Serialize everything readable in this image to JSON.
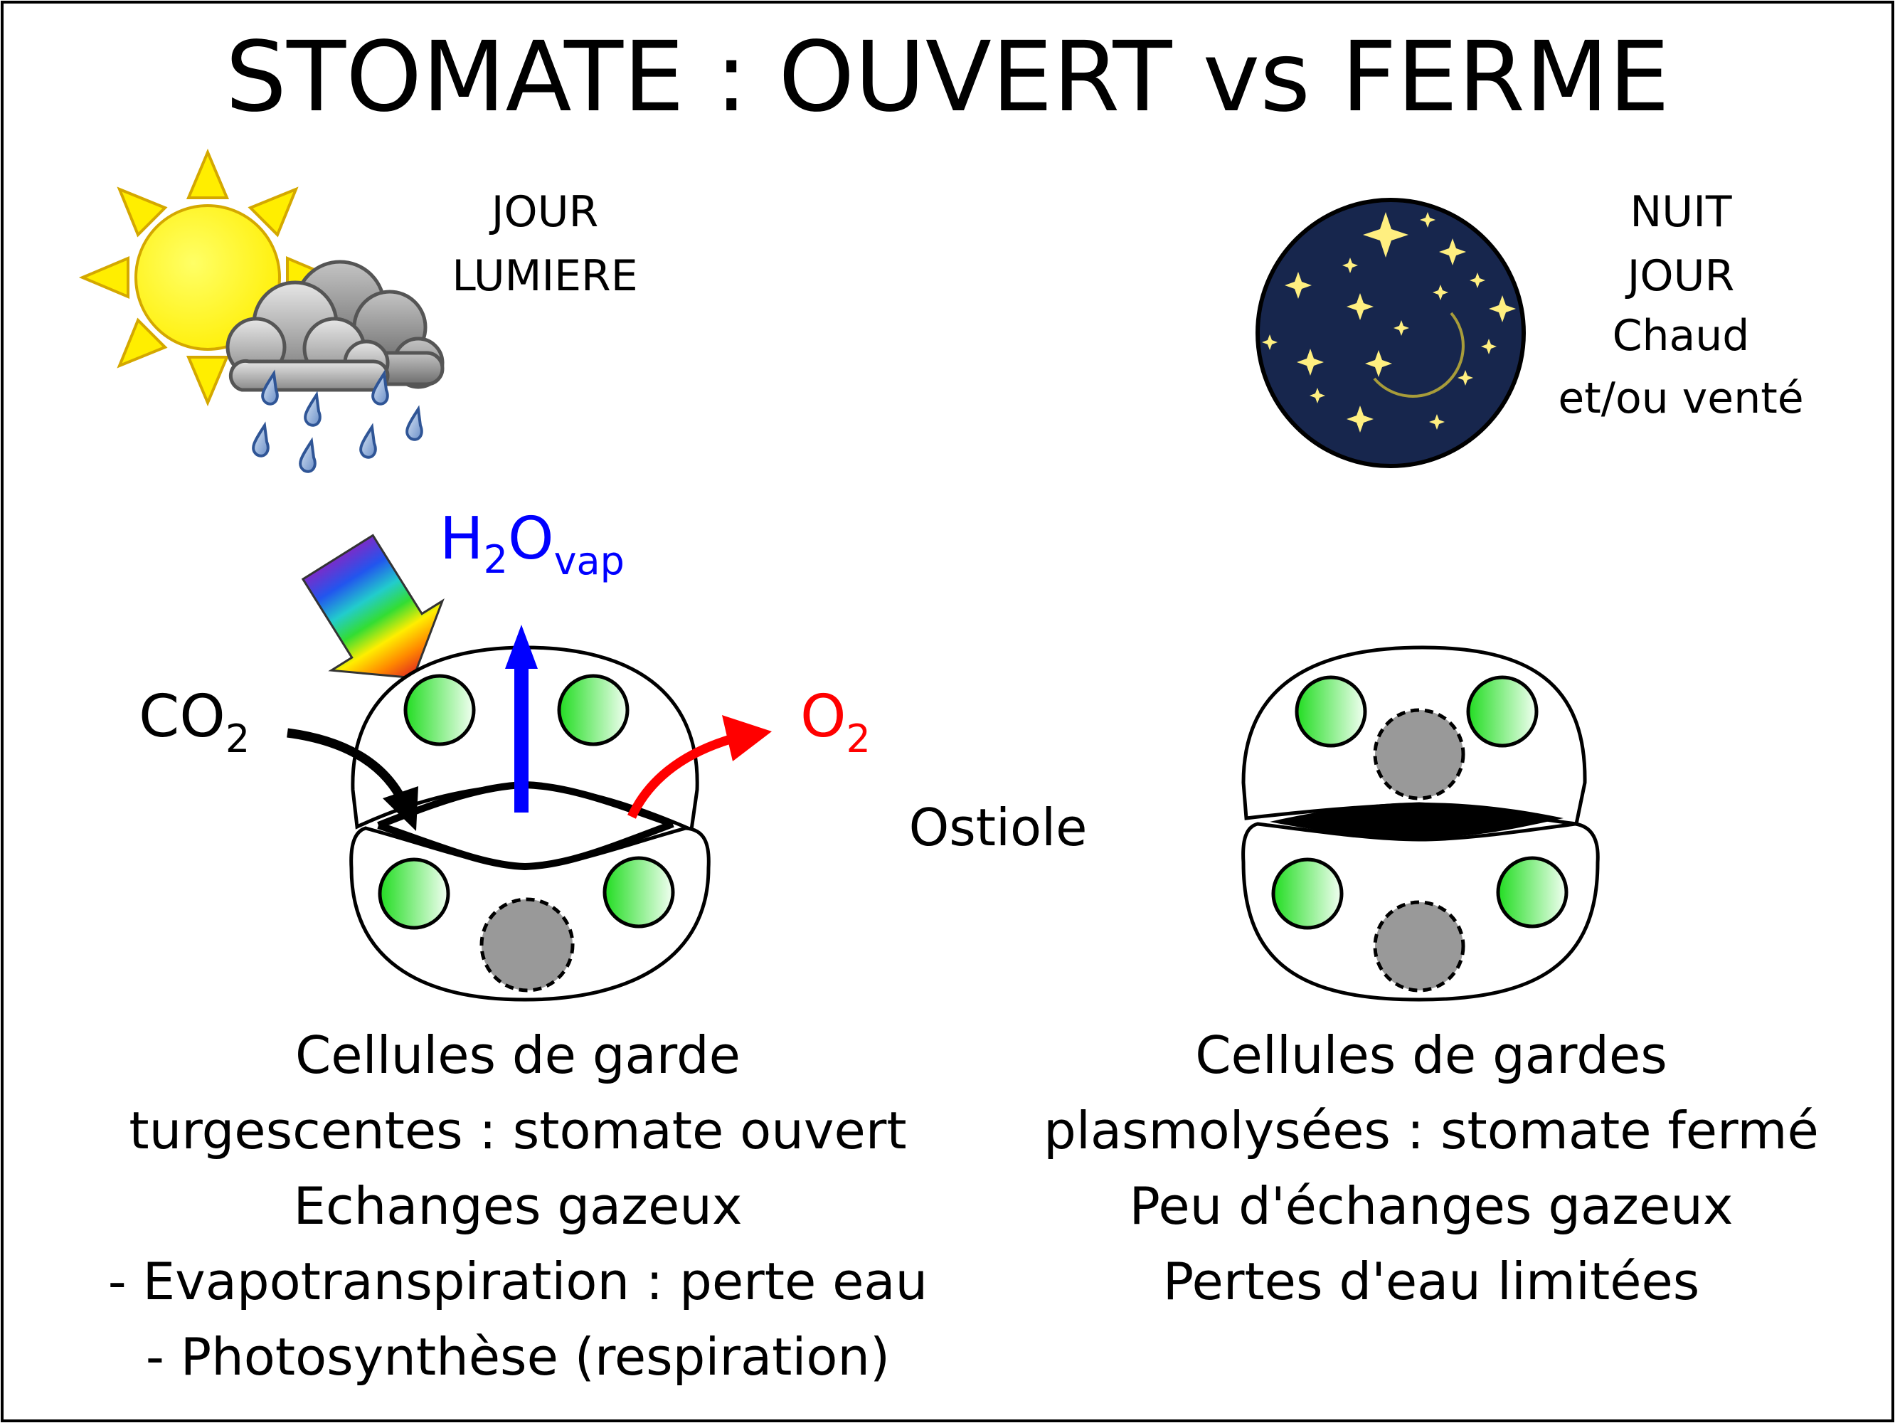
{
  "title": "STOMATE : OUVERT vs FERME",
  "day": {
    "conditions": [
      "JOUR",
      "LUMIERE"
    ],
    "icon": "sun-with-rain-cloud-icon"
  },
  "night": {
    "conditions": [
      "NUIT",
      "JOUR",
      "Chaud",
      "et/ou venté"
    ],
    "icon": "night-sky-moon-icon"
  },
  "labels": {
    "h2o": {
      "base": "H",
      "sub1": "2",
      "mid": "O",
      "sub2": "vap"
    },
    "co2": {
      "base": "CO",
      "sub": "2"
    },
    "o2": {
      "base": "O",
      "sub": "2"
    },
    "ostiole": "Ostiole"
  },
  "open_caption": [
    "Cellules de garde",
    "turgescentes : stomate ouvert",
    "Echanges gazeux",
    "- Evapotranspiration : perte eau",
    "- Photosynthèse (respiration)"
  ],
  "closed_caption": [
    "Cellules de gardes",
    "plasmolysées : stomate fermé",
    "Peu d'échanges gazeux",
    "Pertes d'eau limitées"
  ],
  "colors": {
    "h2o_arrow": "#0000ff",
    "o2_arrow": "#ff0000",
    "co2_arrow": "#000000",
    "chloroplast": "#33dd33",
    "nucleus": "#999999",
    "night_sky": "#17264d",
    "sun": "#ffff00",
    "star": "#ffef80"
  }
}
